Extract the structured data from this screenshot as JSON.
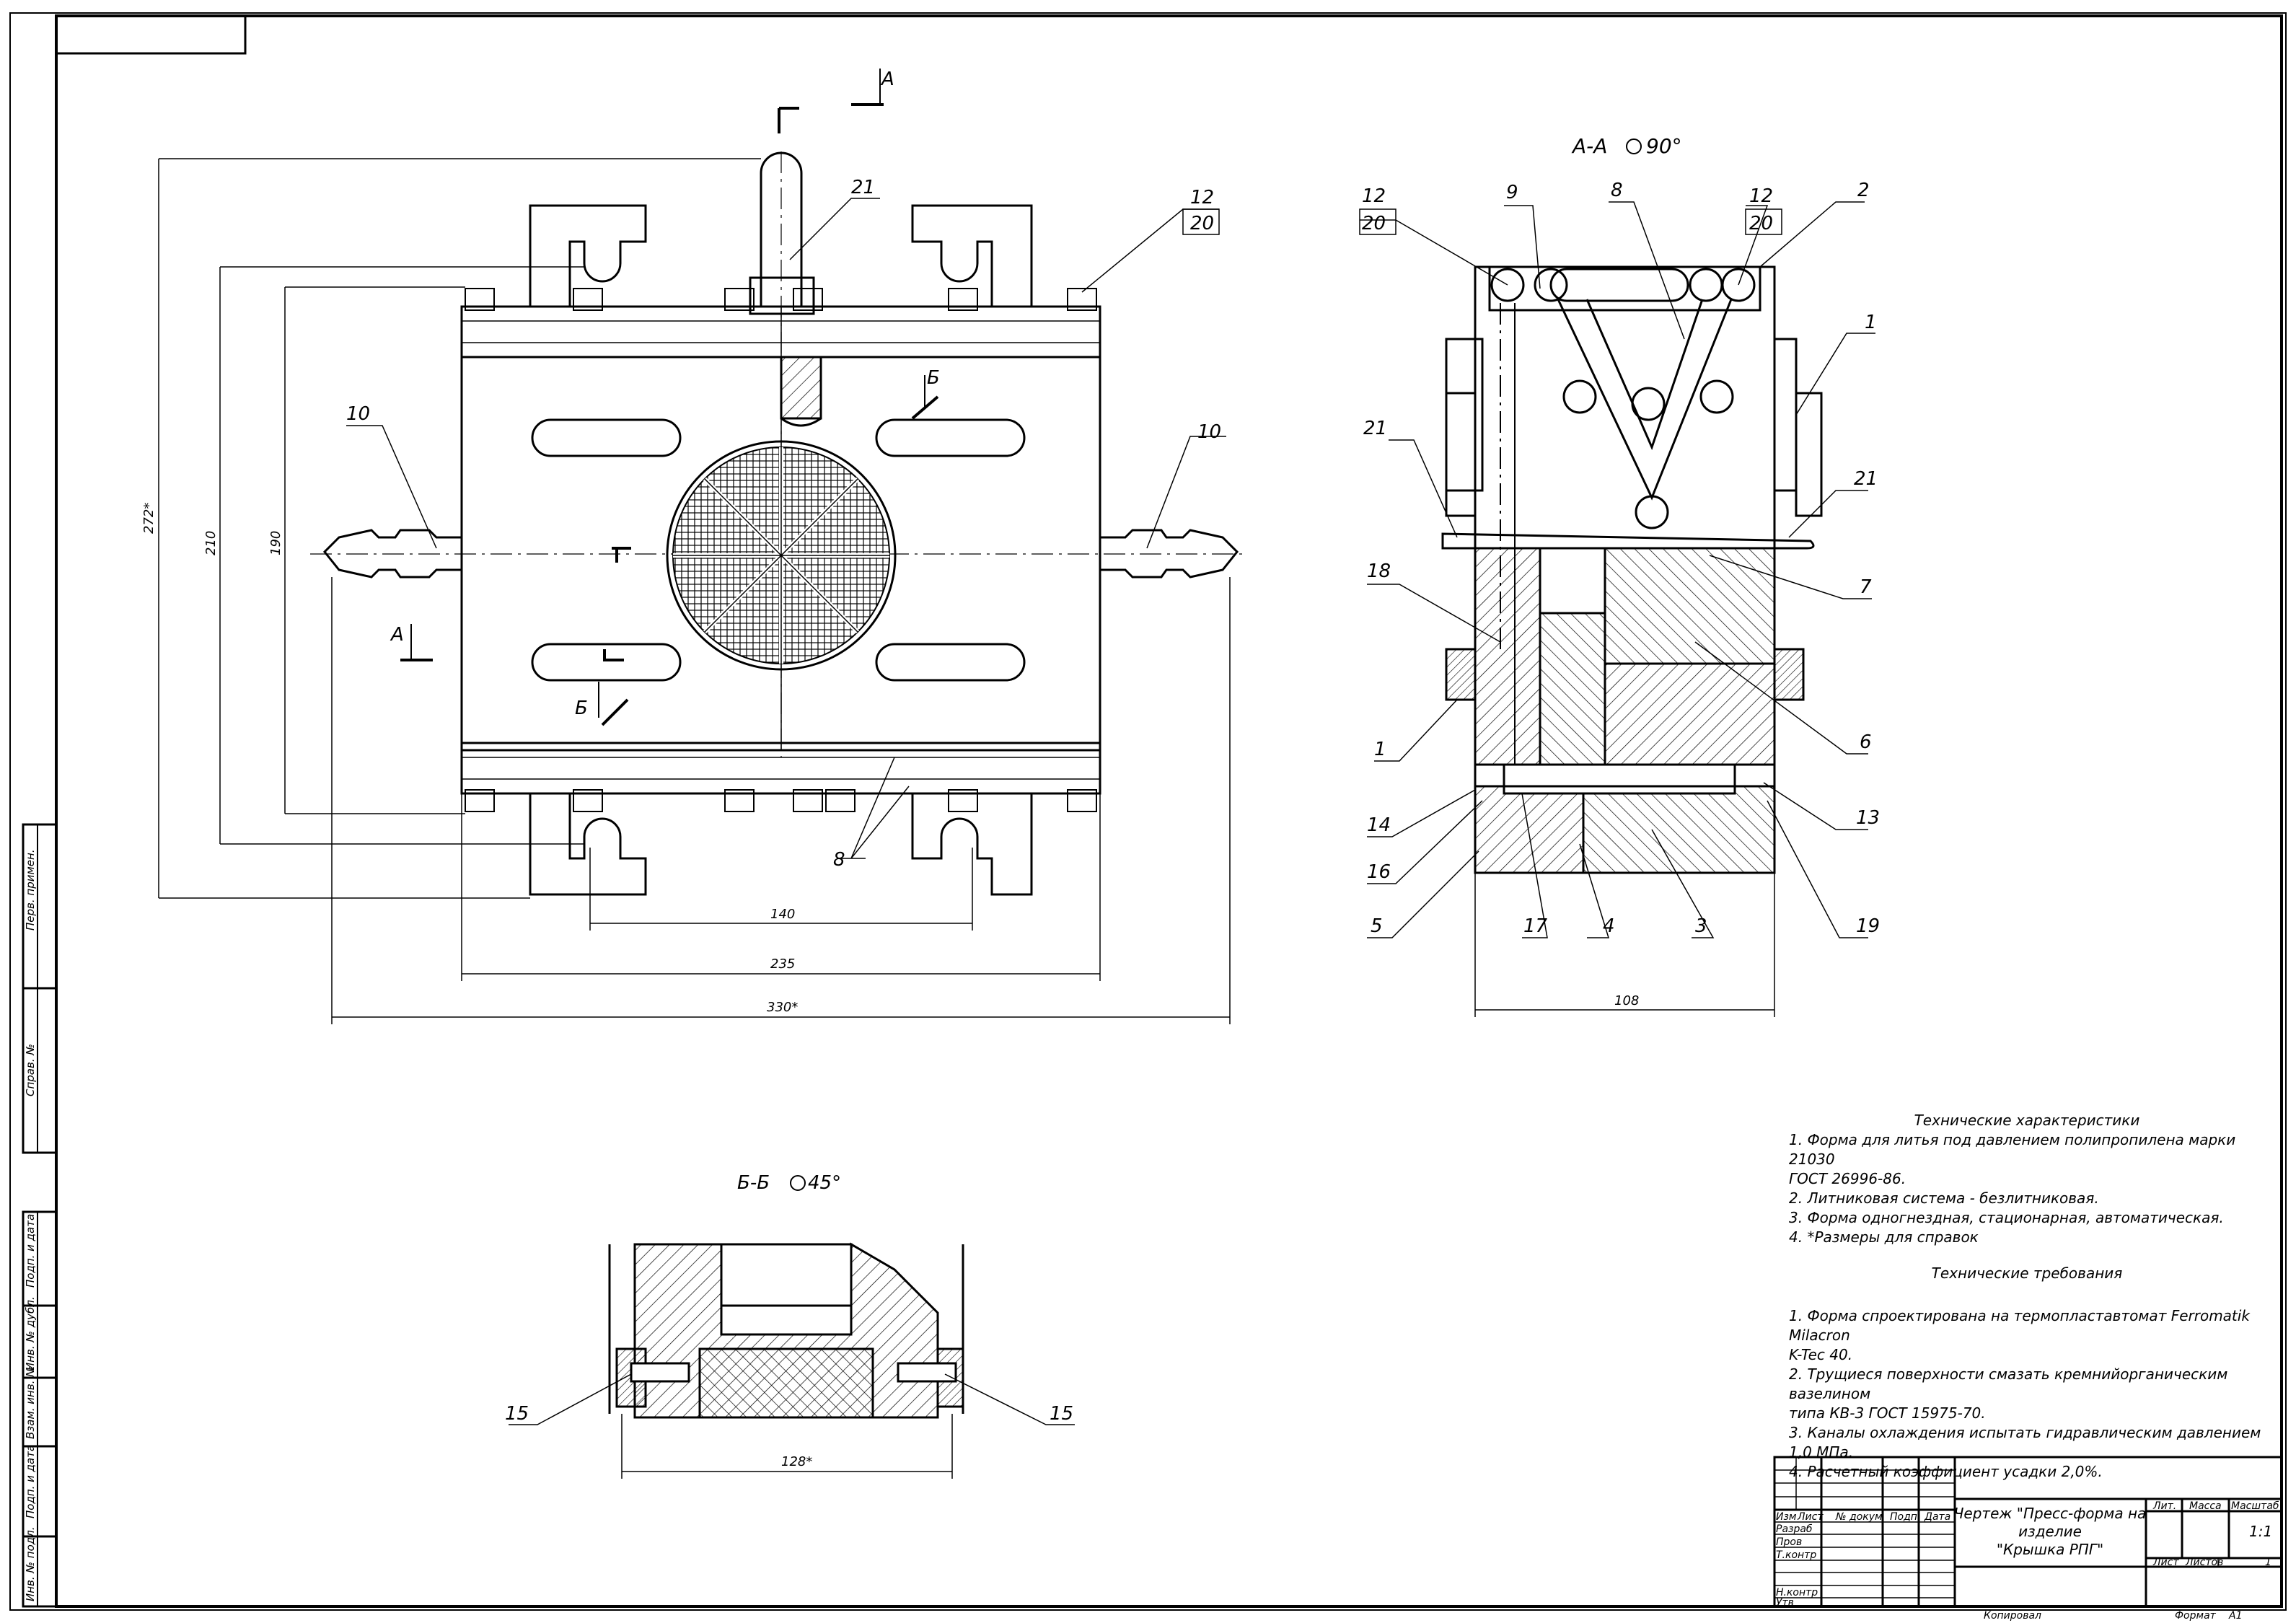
{
  "title_block": {
    "title_line1": "Чертеж \"Пресс-форма на",
    "title_line2": "изделие",
    "title_line3": "\"Крышка РПГ\"",
    "col_headers": [
      "Изм",
      "Лист",
      "№ докум",
      "Подп",
      "Дата"
    ],
    "roles": [
      "Разраб",
      "Пров",
      "Т.контр",
      "Н.контр",
      "Утв"
    ],
    "lit_label": "Лит.",
    "mass_label": "Масса",
    "scale_label": "Масштаб",
    "scale_value": "1:1",
    "sheet_label": "Лист",
    "sheets_label": "Листов",
    "sheets_value": "1",
    "copied_label": "Копировал",
    "format_label": "Формат",
    "format_value": "A1"
  },
  "side_stamp": [
    "Перв. примен.",
    "Справ. №",
    "Подп. и дата",
    "Инв. № дубл.",
    "Взам. инв. №",
    "Подп. и дата",
    "Инв. № подл."
  ],
  "views": {
    "section_aa": "А-А",
    "section_aa_rot": "90°",
    "section_bb": "Б-Б",
    "section_bb_rot": "45°",
    "cut_a": "А",
    "cut_b": "Б"
  },
  "dimensions": {
    "d140": "140",
    "d235": "235",
    "d330": "330*",
    "d272": "272*",
    "d210": "210",
    "d190": "190",
    "d108": "108",
    "d128": "128*"
  },
  "callouts": {
    "c1": "1",
    "c2": "2",
    "c3": "3",
    "c4": "4",
    "c5": "5",
    "c6": "6",
    "c7": "7",
    "c8": "8",
    "c9": "9",
    "c10": "10",
    "c12": "12",
    "c13": "13",
    "c14": "14",
    "c15": "15",
    "c16": "16",
    "c17": "17",
    "c18": "18",
    "c19": "19",
    "c20": "20",
    "c21": "21"
  },
  "tech_characteristics": {
    "title": "Технические характеристики",
    "items": [
      "1. Форма для литья под давлением полипропилена марки 21030",
      "ГОСТ 26996-86.",
      "2. Литниковая система - безлитниковая.",
      "3. Форма одногнездная, стационарная, автоматическая.",
      "4. *Размеры для справок"
    ]
  },
  "tech_requirements": {
    "title": "Технические требования",
    "items": [
      "1. Форма спроектирована на термопластавтомат Ferromatik Milacron",
      "K-Tec 40.",
      "2. Трущиеся поверхности смазать кремнийорганическим вазелином",
      "типа КВ-3 ГОСТ 15975-70.",
      "3. Каналы охлаждения испытать гидравлическим давлением 1,0 МПа.",
      "4. Расчетный коэффициент усадки 2,0%."
    ]
  }
}
